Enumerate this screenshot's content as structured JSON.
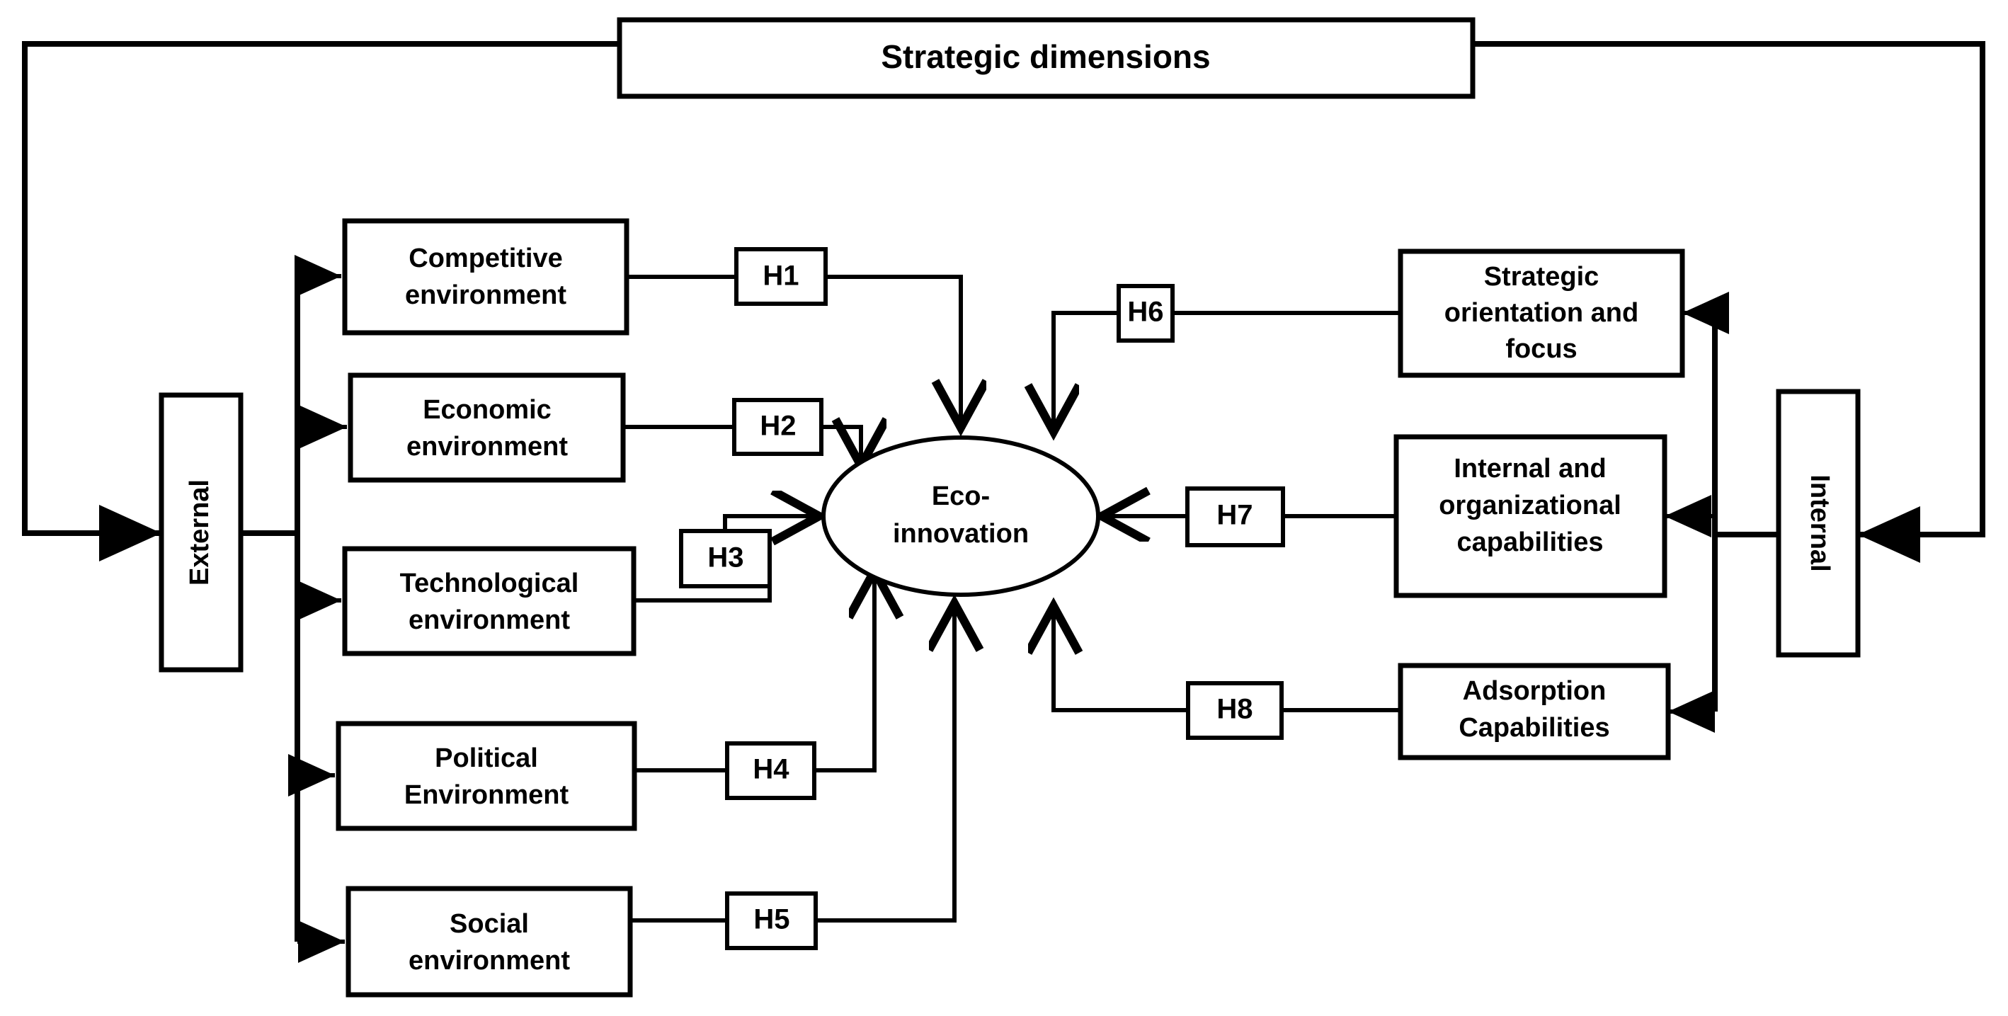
{
  "diagram": {
    "title": "Strategic dimensions",
    "center": {
      "label_line1": "Eco-",
      "label_line2": "innovation"
    },
    "groups": {
      "external": {
        "label": "External"
      },
      "internal": {
        "label": "Internal"
      }
    },
    "external_factors": [
      {
        "id": "competitive",
        "line1": "Competitive",
        "line2": "environment",
        "line3": "",
        "hypothesis": "H1"
      },
      {
        "id": "economic",
        "line1": "Economic",
        "line2": "environment",
        "line3": "",
        "hypothesis": "H2"
      },
      {
        "id": "technological",
        "line1": "Technological",
        "line2": "environment",
        "line3": "",
        "hypothesis": "H3"
      },
      {
        "id": "political",
        "line1": "Political",
        "line2": "Environment",
        "line3": "",
        "hypothesis": "H4"
      },
      {
        "id": "social",
        "line1": "Social",
        "line2": "environment",
        "line3": "",
        "hypothesis": "H5"
      }
    ],
    "internal_factors": [
      {
        "id": "strategic-orientation",
        "line1": "Strategic",
        "line2": "orientation and",
        "line3": "focus",
        "hypothesis": "H6"
      },
      {
        "id": "internal-capabilities",
        "line1": "Internal and",
        "line2": "organizational",
        "line3": "capabilities",
        "hypothesis": "H7"
      },
      {
        "id": "adsorption-capabilities",
        "line1": "Adsorption",
        "line2": "Capabilities",
        "line3": "",
        "hypothesis": "H8"
      }
    ],
    "colors": {
      "stroke": "#000000",
      "fill": "#ffffff",
      "text": "#000000"
    }
  }
}
